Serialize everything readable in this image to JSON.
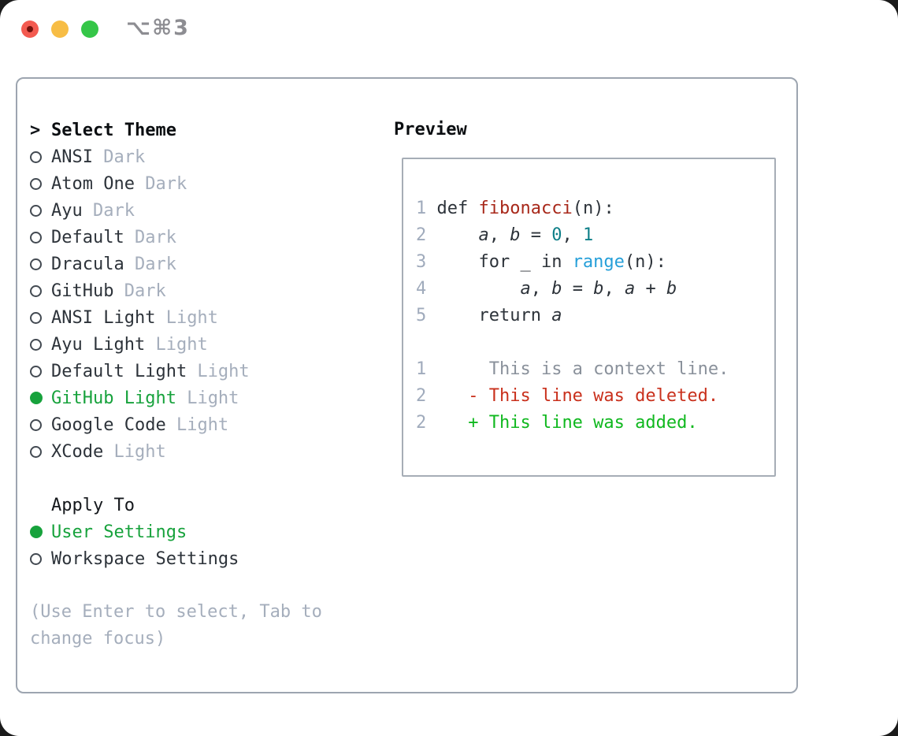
{
  "window": {
    "title": "⌥⌘3",
    "traffic_lights": [
      "close",
      "minimize",
      "zoom"
    ]
  },
  "colors": {
    "accent_green": "#17a23c",
    "diff_added_green": "#10b81f",
    "diff_removed_red": "#c9301c",
    "function_red": "#a8281a",
    "number_teal": "#0e7f88",
    "call_blue": "#259fd9",
    "muted_gray": "#a5aebc",
    "panel_border": "#9da5b0"
  },
  "theme_panel": {
    "header": {
      "marker": ">",
      "label": "Select Theme"
    },
    "themes": [
      {
        "name": "ANSI",
        "variant": "Dark",
        "selected": false
      },
      {
        "name": "Atom One",
        "variant": "Dark",
        "selected": false
      },
      {
        "name": "Ayu",
        "variant": "Dark",
        "selected": false
      },
      {
        "name": "Default",
        "variant": "Dark",
        "selected": false
      },
      {
        "name": "Dracula",
        "variant": "Dark",
        "selected": false
      },
      {
        "name": "GitHub",
        "variant": "Dark",
        "selected": false
      },
      {
        "name": "ANSI Light",
        "variant": "Light",
        "selected": false
      },
      {
        "name": "Ayu Light",
        "variant": "Light",
        "selected": false
      },
      {
        "name": "Default Light",
        "variant": "Light",
        "selected": false
      },
      {
        "name": "GitHub Light",
        "variant": "Light",
        "selected": true
      },
      {
        "name": "Google Code",
        "variant": "Light",
        "selected": false
      },
      {
        "name": "XCode",
        "variant": "Light",
        "selected": false
      }
    ],
    "apply_to": {
      "label": "Apply To",
      "options": [
        {
          "label": "User Settings",
          "selected": true
        },
        {
          "label": "Workspace Settings",
          "selected": false
        }
      ]
    },
    "help_lines": [
      "(Use Enter to select, Tab to",
      "change focus)"
    ]
  },
  "preview": {
    "title": "Preview",
    "lines": [
      {
        "tokens": [
          [
            "ln",
            "1"
          ],
          [
            "code",
            " def "
          ],
          [
            "func",
            "fibonacci"
          ],
          [
            "code",
            "(n):"
          ]
        ]
      },
      {
        "tokens": [
          [
            "ln",
            "2"
          ],
          [
            "code",
            "     "
          ],
          [
            "var",
            "a"
          ],
          [
            "code",
            ", "
          ],
          [
            "var",
            "b"
          ],
          [
            "code",
            " = "
          ],
          [
            "num",
            "0"
          ],
          [
            "code",
            ", "
          ],
          [
            "num",
            "1"
          ]
        ]
      },
      {
        "tokens": [
          [
            "ln",
            "3"
          ],
          [
            "code",
            "     for _ in "
          ],
          [
            "call",
            "range"
          ],
          [
            "code",
            "(n):"
          ]
        ]
      },
      {
        "tokens": [
          [
            "ln",
            "4"
          ],
          [
            "code",
            "         "
          ],
          [
            "var",
            "a"
          ],
          [
            "code",
            ", "
          ],
          [
            "var",
            "b"
          ],
          [
            "code",
            " = "
          ],
          [
            "var",
            "b"
          ],
          [
            "code",
            ", "
          ],
          [
            "var",
            "a"
          ],
          [
            "code",
            " + "
          ],
          [
            "var",
            "b"
          ]
        ]
      },
      {
        "tokens": [
          [
            "ln",
            "5"
          ],
          [
            "code",
            "     return "
          ],
          [
            "var",
            "a"
          ]
        ]
      },
      {
        "tokens": []
      },
      {
        "tokens": [
          [
            "ln",
            "1"
          ],
          [
            "ctx",
            "      This is a context line."
          ]
        ]
      },
      {
        "tokens": [
          [
            "ln",
            "2"
          ],
          [
            "code",
            "    "
          ],
          [
            "del",
            "- This line was deleted."
          ]
        ]
      },
      {
        "tokens": [
          [
            "ln",
            "2"
          ],
          [
            "code",
            "    "
          ],
          [
            "add",
            "+ This line was added."
          ]
        ]
      }
    ]
  }
}
